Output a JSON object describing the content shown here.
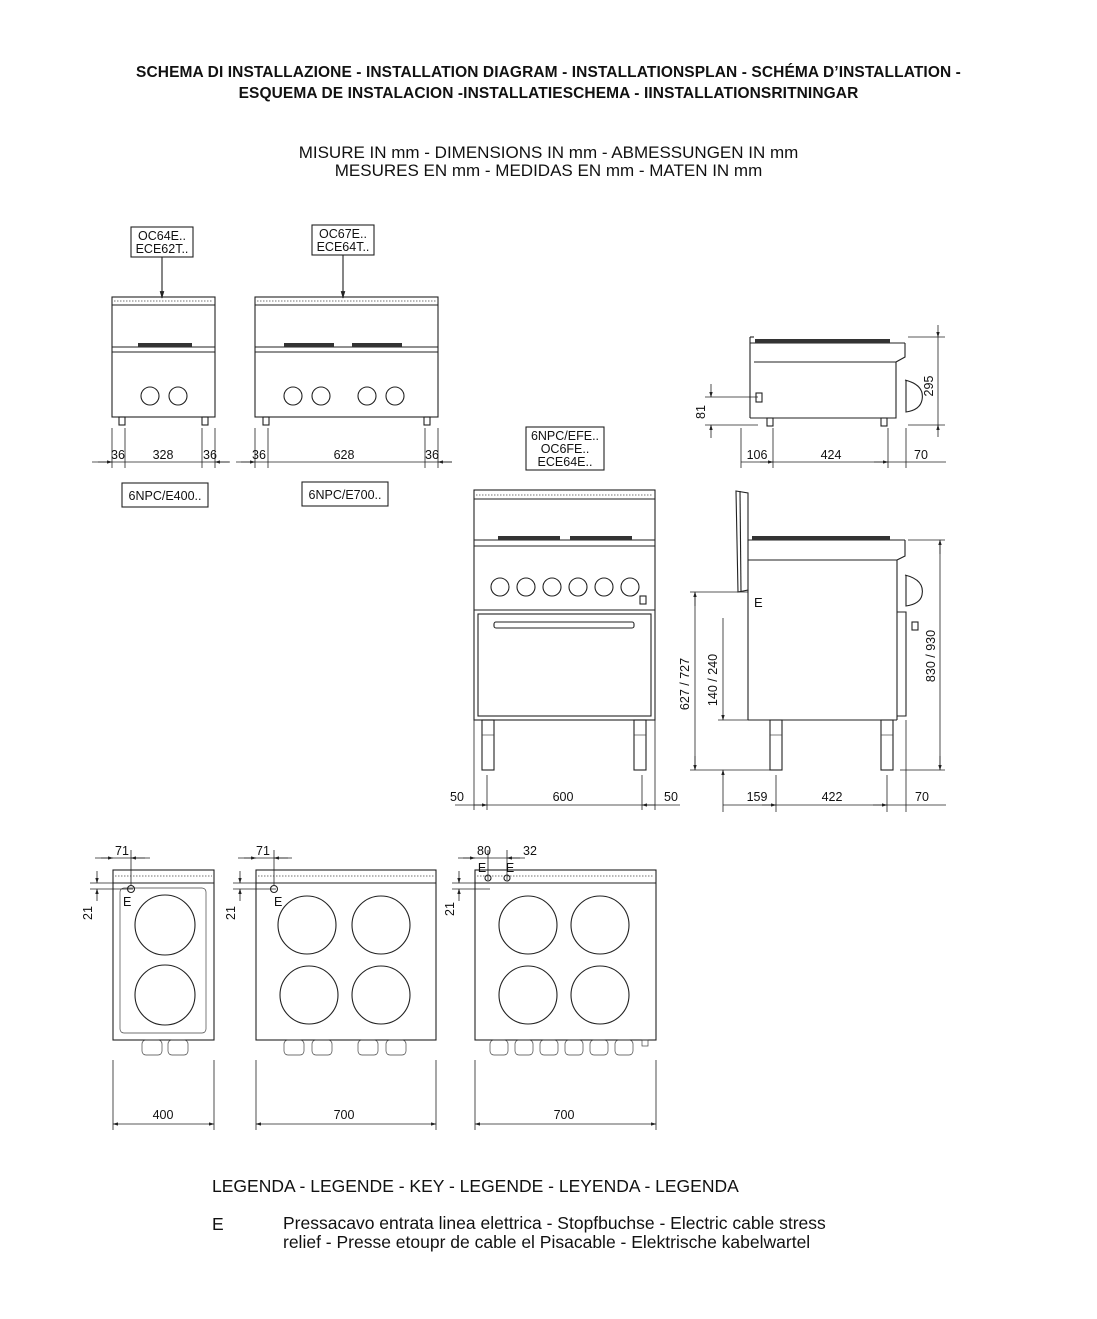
{
  "header": {
    "line1": "SCHEMA DI INSTALLAZIONE - INSTALLATION DIAGRAM - INSTALLATIONSPLAN - SCHÉMA D’INSTALLATION -",
    "line2": "ESQUEMA DE INSTALACION -INSTALLATIESCHEMA - IINSTALLATIONSRITNINGAR"
  },
  "subheader": {
    "line1": "MISURE IN mm - DIMENSIONS IN mm - ABMESSUNGEN IN mm",
    "line2": "MESURES EN mm - MEDIDAS EN mm - MATEN IN mm"
  },
  "models": {
    "small_top": [
      "OC64E..",
      "ECE62T.."
    ],
    "large_top": [
      "OC67E..",
      "ECE64T.."
    ],
    "oven": [
      "6NPC/EFE..",
      "OC6FE..",
      "ECE64E.."
    ],
    "small_bottom": "6NPC/E400..",
    "large_bottom": "6NPC/E700.."
  },
  "dims": {
    "small_front": [
      "36",
      "328",
      "36"
    ],
    "large_front": [
      "36",
      "628",
      "36"
    ],
    "side_top": [
      "106",
      "424",
      "70"
    ],
    "side_top_h1": "81",
    "side_top_h2": "295",
    "oven_front": [
      "50",
      "600",
      "50"
    ],
    "oven_h1": "627 / 727",
    "oven_h2": "140 / 240",
    "side_oven": [
      "159",
      "422",
      "70"
    ],
    "side_oven_h": "830 / 930",
    "plan1_top": "71",
    "plan2_top": "71",
    "plan3_top": [
      "80",
      "32"
    ],
    "plan_left": "21",
    "plan1_w": "400",
    "plan2_w": "700",
    "plan3_w": "700",
    "e_label": "E"
  },
  "legend": {
    "title": "LEGENDA - LEGENDE - KEY - LEGENDE - LEYENDA - LEGENDA",
    "key": "E",
    "text": "Pressacavo entrata linea elettrica - Stopfbuchse - Electric cable stress relief - Presse etoupr de cable el Pisacable - Elektrische kabelwartel"
  }
}
